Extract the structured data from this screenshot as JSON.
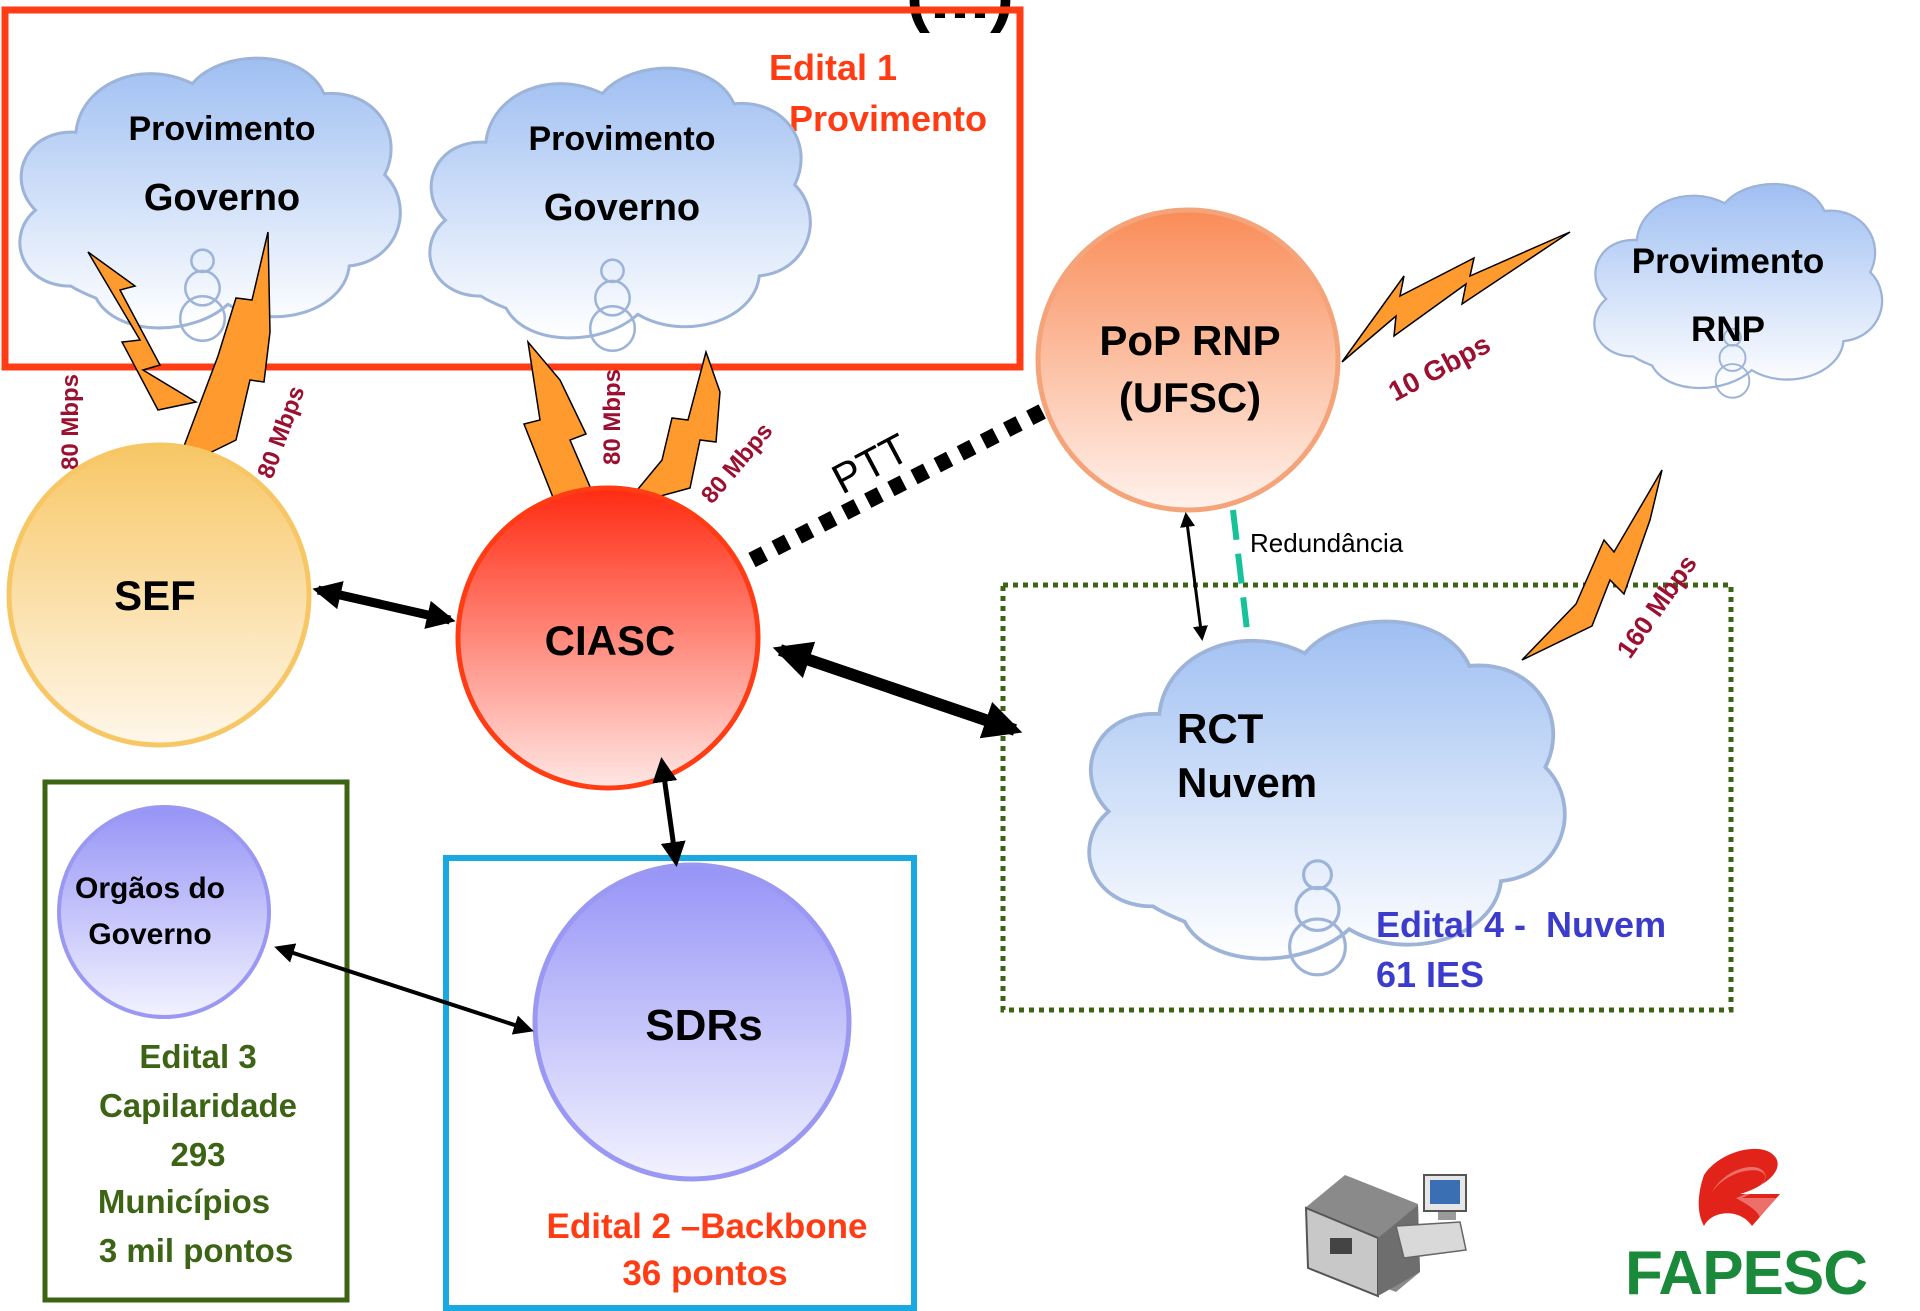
{
  "title_fragment": "(...)",
  "edital1": {
    "line1": "Edital 1",
    "line2": "Provimento"
  },
  "cloud_gov1": {
    "line1": "Provimento",
    "line2": "Governo"
  },
  "cloud_gov2": {
    "line1": "Provimento",
    "line2": "Governo"
  },
  "cloud_rnp": {
    "line1": "Provimento",
    "line2": "RNP"
  },
  "cloud_rct": {
    "line1": "RCT",
    "line2": "Nuvem"
  },
  "pop": {
    "line1": "PoP RNP",
    "line2": "(UFSC)"
  },
  "sef": "SEF",
  "ciasc": "CIASC",
  "sdrs": "SDRs",
  "orgaos": {
    "line1": "Orgãos do",
    "line2": "Governo"
  },
  "links": {
    "l1": "80 Mbps",
    "l2": "80 Mbps",
    "l3": "80 Mbps",
    "l4": "80 Mbps",
    "rnp": "10 Gbps",
    "rct": "160 Mbps"
  },
  "ptt": "PTT",
  "redundancia": "Redundância",
  "edital4": {
    "line1": "Edital 4 -  Nuvem",
    "line2": "61 IES"
  },
  "edital3": {
    "line1": "Edital 3",
    "line2": "Capilaridade",
    "line3": "293",
    "line4": "Municípios",
    "line5": "3 mil pontos"
  },
  "edital2": {
    "line1": "Edital 2 –Backbone",
    "line2": "36 pontos"
  },
  "logo": {
    "name": "FAPESC"
  },
  "colors": {
    "orange_red": "#ff3c14",
    "green": "#3c6414",
    "blue_text": "#3c3ccc",
    "maroon": "#9b1030",
    "cyan": "#1aa8e0",
    "bolt": "#ff9a2e"
  }
}
